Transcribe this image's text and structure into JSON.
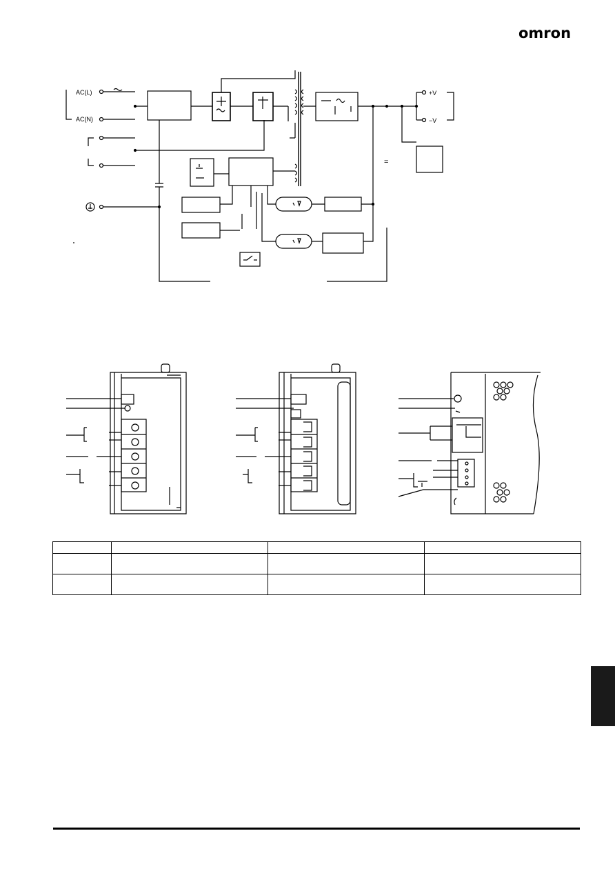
{
  "header": {
    "brand": "omron"
  },
  "colors": {
    "ink": "#000000",
    "tab": "#1a1a1a",
    "paper": "#ffffff"
  },
  "block_diagram": {
    "input_labels": {
      "ac_l": "AC(L)",
      "ac_n": "AC(N)"
    },
    "output_labels": {
      "plus_v": "+V",
      "minus_v": "−V"
    },
    "dc_symbol": "="
  },
  "table": {
    "columns": [
      "",
      "",
      "",
      ""
    ],
    "rows": [
      [
        "",
        "",
        "",
        ""
      ],
      [
        "",
        "",
        "",
        ""
      ]
    ]
  }
}
